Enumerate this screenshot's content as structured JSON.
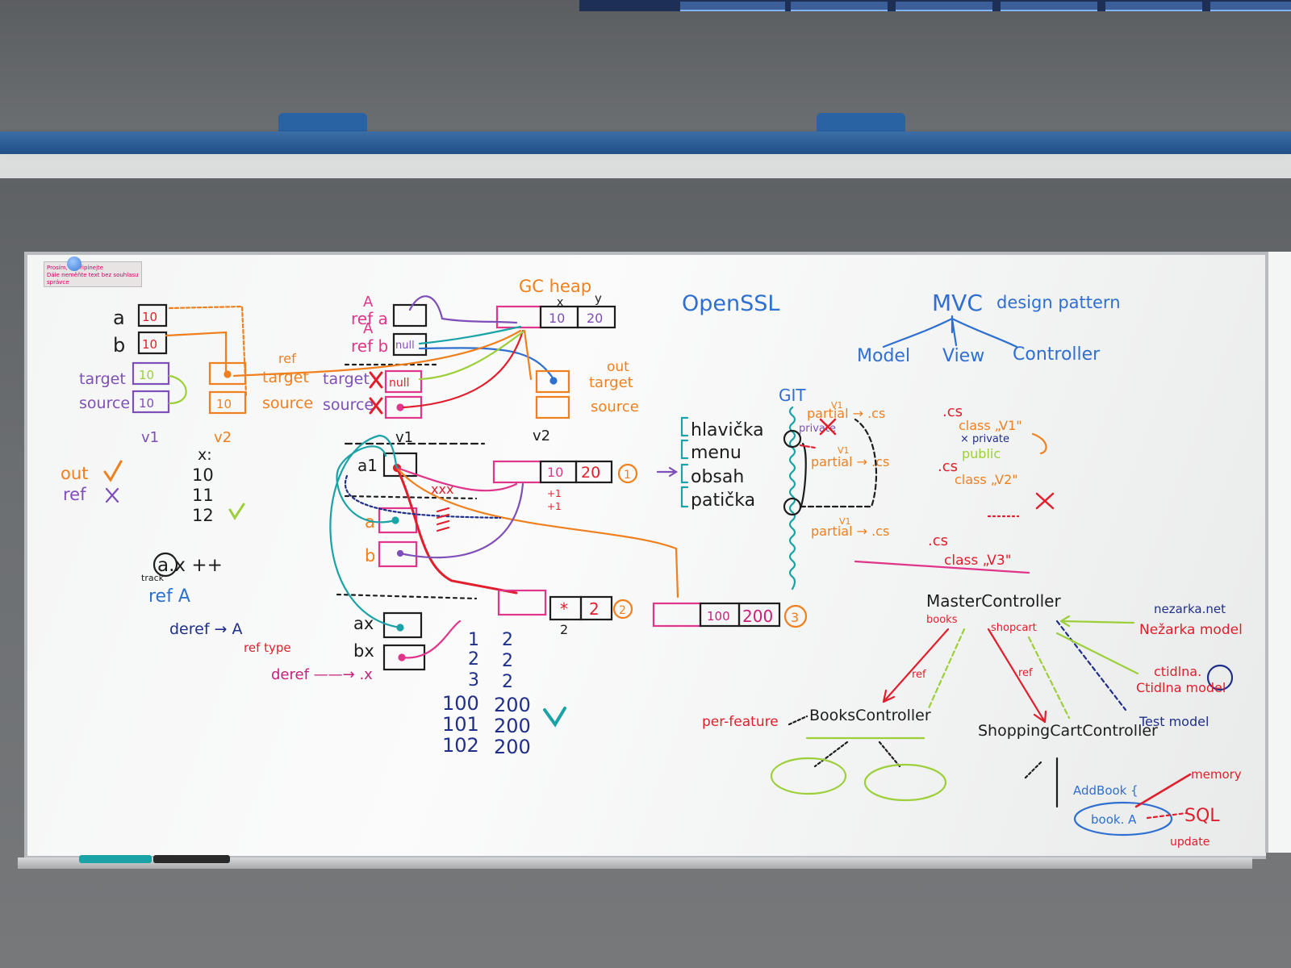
{
  "board_text": {
    "a": "a",
    "b": "b",
    "ten": "10",
    "target": "target",
    "source": "source",
    "ref": "ref",
    "v1": "v1",
    "v2": "v2",
    "gc_heap": "GC heap",
    "x": "x",
    "y": "y",
    "twenty": "20",
    "ref_a": "ref a",
    "ref_b": "ref b",
    "A": "A",
    "null": "null",
    "out": "out",
    "a1": "a1",
    "xxx": "xxx",
    "circle1": "1",
    "circle2": "2",
    "circle3": "3",
    "two": "2",
    "star": "*",
    "hundred": "100",
    "two_hundred": "200",
    "ax": "ax",
    "bx": "bx",
    "x_col": "x:",
    "x11": "11",
    "x12": "12",
    "ax_pp": "a.x ++",
    "track": "track",
    "ref_A": "ref A",
    "deref_A": "deref → A",
    "ref_type": "ref type",
    "deref_x": "deref ——→ .x",
    "nums_left": [
      "1",
      "2",
      "3",
      "100",
      "101",
      "102"
    ],
    "nums_right": [
      "2",
      "2",
      "2",
      "200",
      "200",
      "200"
    ],
    "plus1": "+1",
    "openssl": "OpenSSL",
    "mvc": "MVC",
    "design_pattern": "design pattern",
    "model": "Model",
    "view": "View",
    "controller": "Controller",
    "hlavicka": "hlavička",
    "menu": "menu",
    "obsah": "obsah",
    "paticka": "patička",
    "git": "GIT",
    "partial_cs": "partial → .cs",
    "private": "private",
    "v1_small": "V1",
    "cs": ".cs",
    "class_v1": "class „V1\"",
    "x_private": "× private",
    "public": "public",
    "class_v2": "class „V2\"",
    "class_v3": "class „V3\"",
    "master_controller": "MasterController",
    "books": "books",
    "shopcart": "shopcart",
    "nezarka_net": "nezarka.net",
    "nezarka_model": "Nežarka model",
    "ctidlna": "ctidlna.",
    "ctidlna_model": "Ctidlna model",
    "test_model": "Test model",
    "per_feature": "per-feature",
    "books_controller": "BooksController",
    "shopping_cart_controller": "ShoppingCartController",
    "add_book": "AddBook {",
    "book_a": "book. A",
    "memory": "memory",
    "sql": "SQL",
    "update": "update"
  },
  "sign_text": [
    "Prosím, nepřipínejte",
    "Dále neměňte text bez souhlasu správce"
  ],
  "colors": {
    "black": "#1d1d1d",
    "orange": "#f07f1e",
    "pink": "#e0358a",
    "purple": "#7e4fb8",
    "blue": "#2f6fd0",
    "teal": "#1aa3a6",
    "red": "#e01e2c",
    "green": "#9ccf3a",
    "navy": "#1f2f8a",
    "magenta": "#c8207a"
  }
}
